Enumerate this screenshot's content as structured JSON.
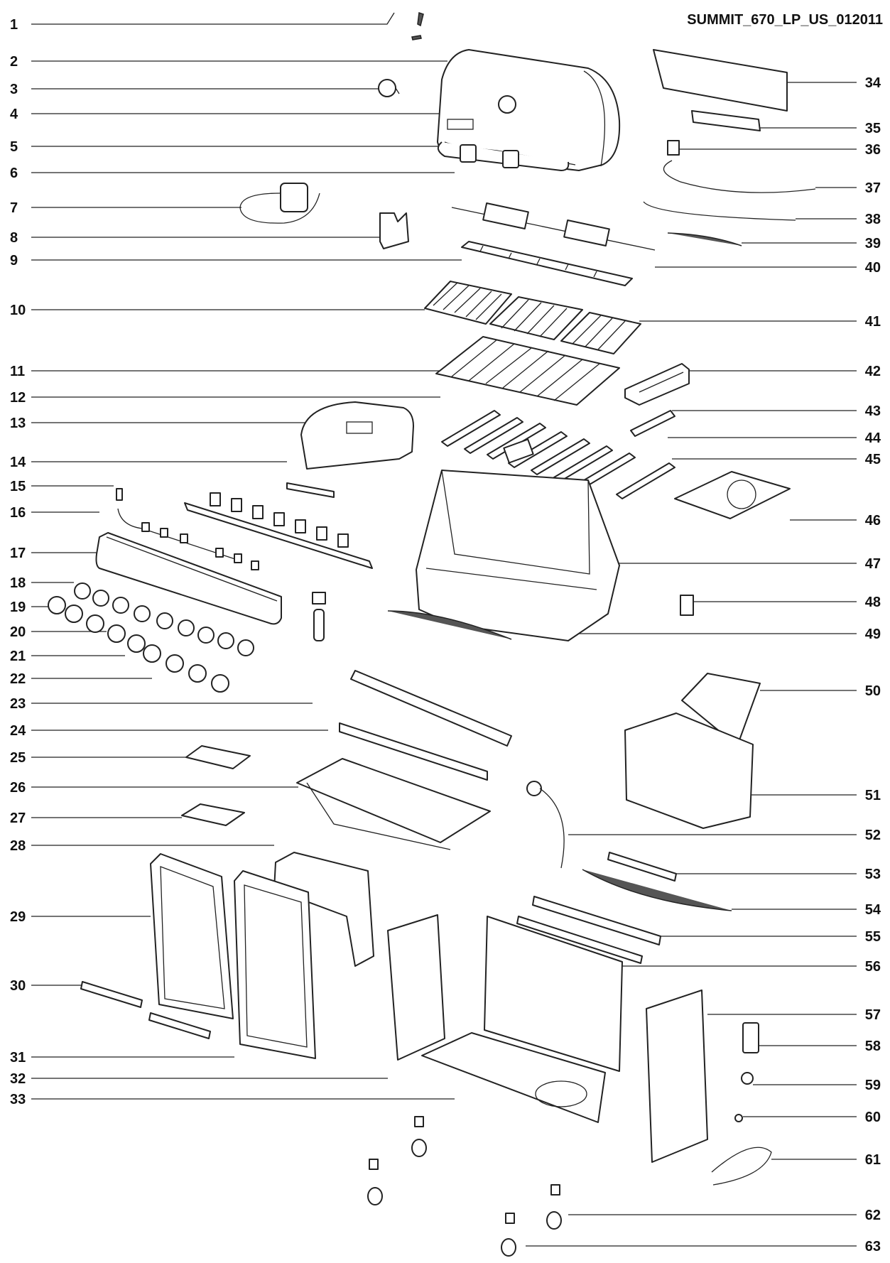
{
  "title": "SUMMIT_670_LP_US_012011",
  "left_callouts": [
    "1",
    "2",
    "3",
    "4",
    "5",
    "6",
    "7",
    "8",
    "9",
    "10",
    "11",
    "12",
    "13",
    "14",
    "15",
    "16",
    "17",
    "18",
    "19",
    "20",
    "21",
    "22",
    "23",
    "24",
    "25",
    "26",
    "27",
    "28",
    "29",
    "30",
    "31",
    "32",
    "33"
  ],
  "right_callouts": [
    "34",
    "35",
    "36",
    "37",
    "38",
    "39",
    "40",
    "41",
    "42",
    "43",
    "44",
    "45",
    "46",
    "47",
    "48",
    "49",
    "50",
    "51",
    "52",
    "53",
    "54",
    "55",
    "56",
    "57",
    "58",
    "59",
    "60",
    "61",
    "62",
    "63"
  ],
  "colors": {
    "line": "#222222",
    "background": "#ffffff"
  }
}
